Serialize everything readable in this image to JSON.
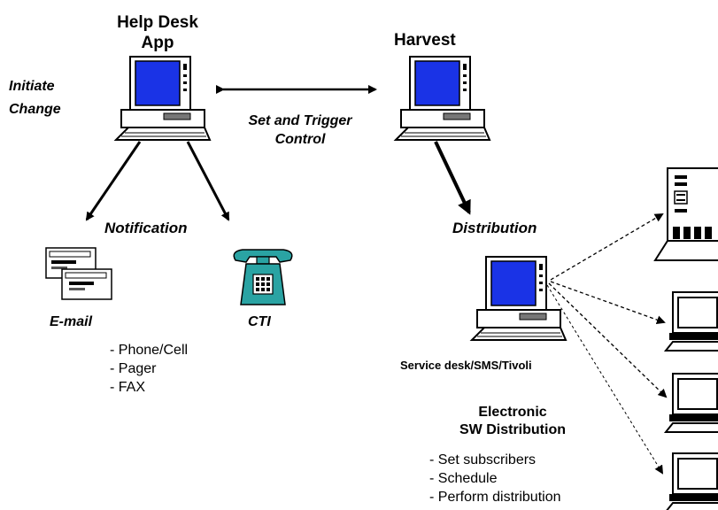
{
  "nodes": {
    "helpdesk": {
      "title_line1": "Help Desk",
      "title_line2": "App"
    },
    "harvest": {
      "title": "Harvest"
    },
    "service_desk": {
      "label": "Service desk/SMS/Tivoli"
    },
    "email": {
      "label": "E-mail"
    },
    "cti": {
      "label": "CTI"
    }
  },
  "annotations": {
    "initiate_line1": "Initiate",
    "initiate_line2": "Change",
    "set_trigger_line1": "Set and Trigger",
    "set_trigger_line2": "Control",
    "notification": "Notification",
    "distribution": "Distribution"
  },
  "cti_channels": [
    "Phone/Cell",
    "Pager",
    "FAX"
  ],
  "esd": {
    "title_line1": "Electronic",
    "title_line2": "SW Distribution",
    "steps": [
      "Set subscribers",
      "Schedule",
      "Perform distribution"
    ]
  },
  "colors": {
    "screen": "#1a33e6",
    "phone": "#2aa3a3",
    "line": "#000000"
  }
}
